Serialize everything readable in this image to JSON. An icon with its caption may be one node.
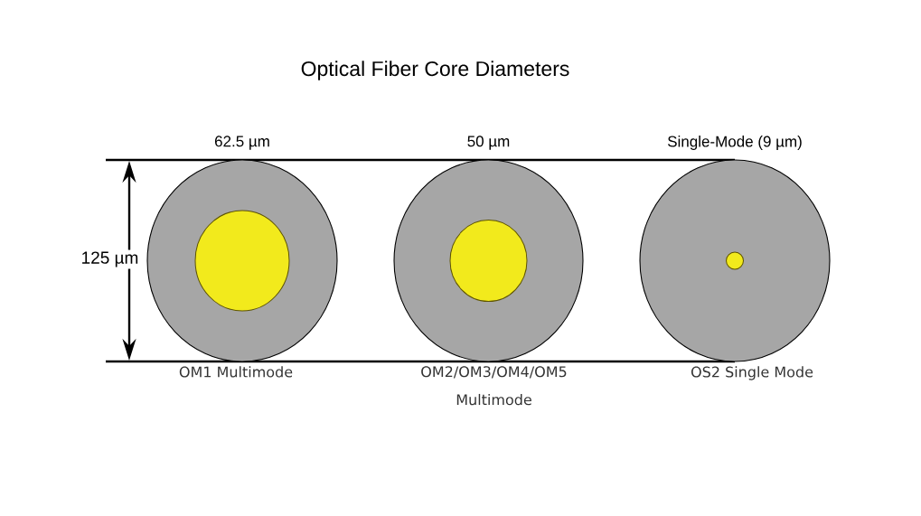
{
  "diagram": {
    "title": "Optical Fiber Core Diameters",
    "nodes": [
      {
        "text": [],
        "shape": "circle",
        "beside": [
          "62.5 µm",
          "OM1 Multimode"
        ]
      },
      {
        "text": [],
        "shape": "circle",
        "in": 0
      },
      {
        "text": [],
        "shape": "circle",
        "beside": [
          "50 µm",
          "OM2/OM3/OM4/OM5 Multimode"
        ]
      },
      {
        "text": [],
        "shape": "circle",
        "in": 2
      },
      {
        "text": [],
        "shape": "circle",
        "beside": [
          "Single-Mode (9 µm)",
          "OS2 Single Mode"
        ]
      },
      {
        "text": [],
        "shape": "circle",
        "in": 4
      }
    ],
    "labels": [
      "125 µm"
    ]
  }
}
